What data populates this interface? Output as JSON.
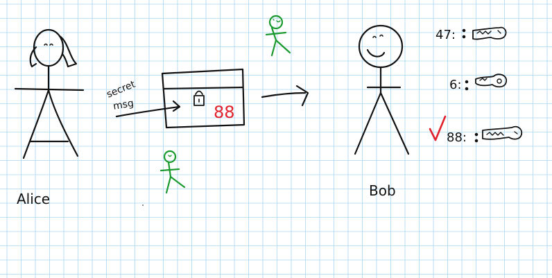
{
  "people": {
    "alice": {
      "label": "Alice"
    },
    "bob": {
      "label": "Bob"
    }
  },
  "message": {
    "label_line1": "secret",
    "label_line2": "msg",
    "box_number": "88"
  },
  "keys": [
    {
      "id": "47",
      "label": "47:",
      "checked": false
    },
    {
      "id": "6",
      "label": "6:",
      "checked": false
    },
    {
      "id": "88",
      "label": "88:",
      "checked": true
    }
  ],
  "colors": {
    "ink": "#111111",
    "grid": "#a9d6f2",
    "eavesdropper": "#1a9a2e",
    "highlight": "#e0202a"
  }
}
